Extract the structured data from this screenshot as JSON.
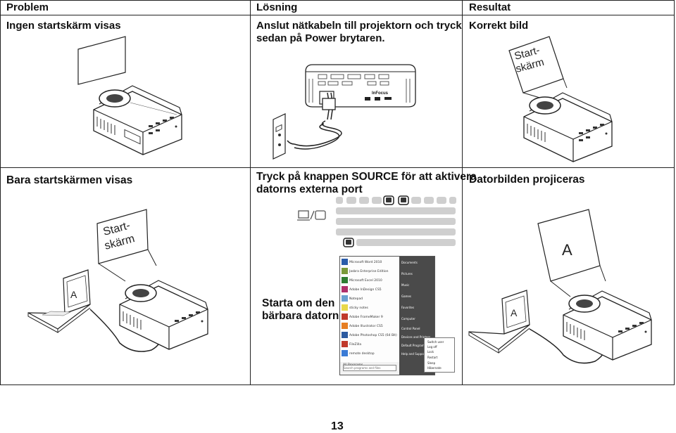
{
  "headers": {
    "problem": "Problem",
    "solution": "Lösning",
    "result": "Resultat"
  },
  "row1": {
    "problem": "Ingen startskärm visas",
    "solution_line1": "Anslut nätkabeln till projektorn och tryck",
    "solution_line2": "sedan på Power brytaren.",
    "result": "Korrekt bild",
    "screen_label_1": "Start-",
    "screen_label_2": "skärm",
    "brand": "InFocus"
  },
  "row2": {
    "problem": "Bara startskärmen visas",
    "solution_line1": "Tryck på knappen SOURCE för att aktivera",
    "solution_line2": "datorns externa port",
    "result": "Datorbilden projiceras",
    "screen_label_1": "Start-",
    "screen_label_2": "skärm",
    "laptop_letter": "A",
    "result_screen_letter": "A",
    "result_laptop_letter": "A",
    "boot_line1": "Starta om den",
    "boot_line2": "bärbara datorn"
  },
  "start_menu": {
    "programs": [
      "Microsoft Word 2010",
      "Jasbra Enterprise Edition",
      "Microsoft Excel 2010",
      "Adobe InDesign CS5",
      "Notepad",
      "sticky notes",
      "Adobe FrameMaker 9",
      "Adobe Illustrator CS5",
      "Adobe Photoshop CS5 (64 Bit)",
      "FileZilla",
      "remote desktop",
      "All Programs"
    ],
    "search_placeholder": "Search programs and files",
    "right_items": [
      "Documents",
      "Pictures",
      "Music",
      "Games",
      "Favorites",
      "Computer",
      "Control Panel",
      "Devices and Printers",
      "Default Programs",
      "Help and Support"
    ],
    "submenu": [
      "Switch user",
      "Log off",
      "Lock",
      "Restart",
      "Sleep",
      "Hibernate"
    ]
  },
  "page_number": "13"
}
